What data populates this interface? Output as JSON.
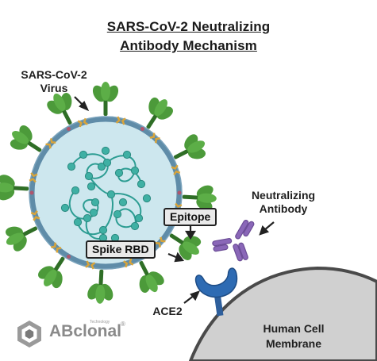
{
  "title": {
    "line1": "SARS-CoV-2 Neutralizing",
    "line2": "Antibody Mechanism"
  },
  "labels": {
    "virus_line1": "SARS-CoV-2",
    "virus_line2": "Virus",
    "antibody_line1": "Neutralizing",
    "antibody_line2": "Antibody",
    "epitope": "Epitope",
    "spike_rbd": "Spike RBD",
    "ace2": "ACE2",
    "cell_line1": "Human Cell",
    "cell_line2": "Membrane"
  },
  "brand": {
    "name": "ABclonal",
    "tagline": "Technology",
    "mark": "®"
  },
  "colors": {
    "spike": "#4c9a3a",
    "spike_dark": "#2f6e26",
    "envelope": "#5f8ca8",
    "virus_fill": "#cde7ee",
    "rna": "#2d9d93",
    "protein": "#d8a43a",
    "antibody": "#7b5aa6",
    "ace2": "#2e6bb3",
    "cell": "#cfcfcf"
  }
}
